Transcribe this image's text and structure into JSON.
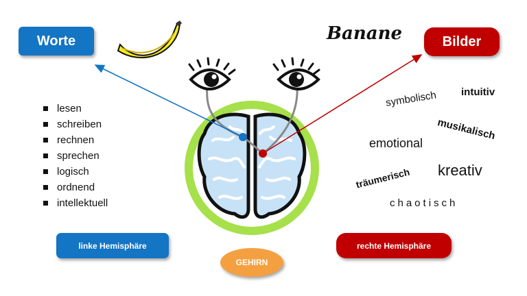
{
  "left_panel": {
    "title_button": "Worte",
    "bullets": [
      "lesen",
      "schreiben",
      "rechnen",
      "sprechen",
      "logisch",
      "ordnend",
      "intellektuell"
    ],
    "hemisphere_label": "linke Hemisphäre"
  },
  "right_panel": {
    "title_button": "Bilder",
    "banane_word": "Banane",
    "words": {
      "symbolisch": "symbolisch",
      "intuitiv": "intuitiv",
      "musikalisch": "musikalisch",
      "emotional": "emotional",
      "kreativ": "kreativ",
      "traeumerisch": "träumerisch",
      "chaotisch": "chaotisch"
    },
    "hemisphere_label": "rechte Hemisphäre"
  },
  "center": {
    "brain_label": "GEHIRN"
  },
  "colors": {
    "left_blue": "#1475c4",
    "right_red": "#c00000",
    "orange": "#f5a040",
    "brain_ring_green": "#a6e04a",
    "brain_fill": "#c7e2f7",
    "banana_yellow": "#f6ec1c"
  },
  "icons": [
    "banana-icon",
    "left-eye-icon",
    "right-eye-icon",
    "brain-icon"
  ]
}
